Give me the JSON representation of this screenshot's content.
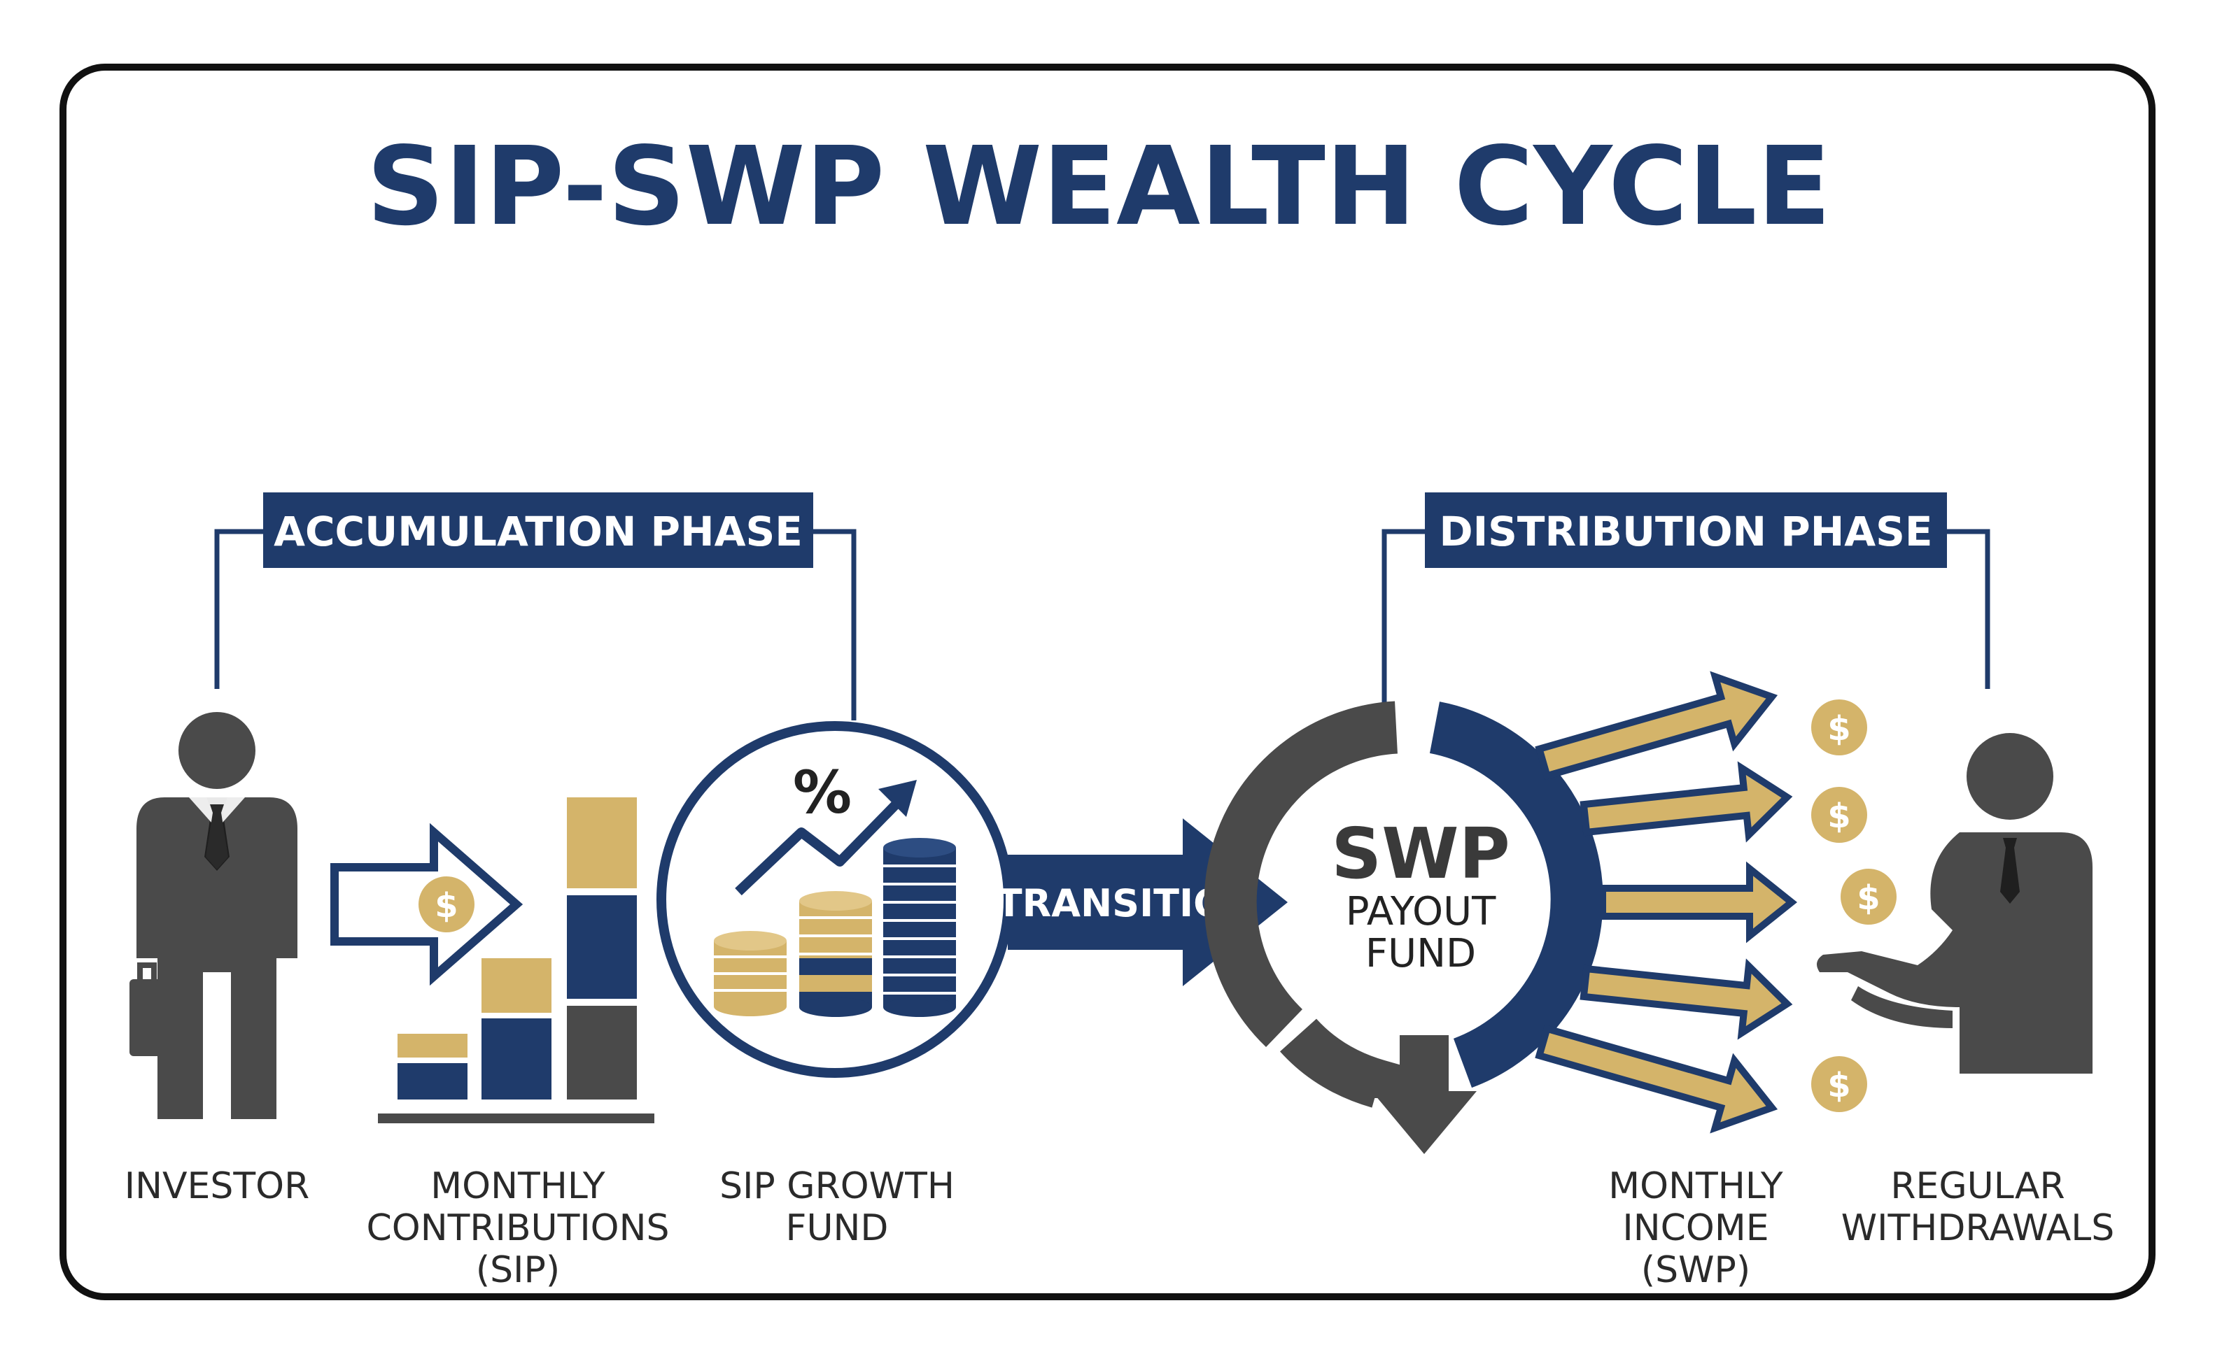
{
  "title": "SIP-SWP WEALTH CYCLE",
  "phases": {
    "accumulation": "ACCUMULATION PHASE",
    "distribution": "DISTRIBUTION PHASE"
  },
  "transition": "TRANSITION",
  "swp_fund": {
    "big": "SWP",
    "line1": "PAYOUT",
    "line2": "FUND"
  },
  "percent_symbol": "%",
  "coin_symbol": "$",
  "labels": {
    "investor": [
      "INVESTOR"
    ],
    "contributions": [
      "MONTHLY",
      "CONTRIBUTIONS",
      "(SIP)"
    ],
    "growth_fund": [
      "SIP GROWTH",
      "FUND"
    ],
    "income": [
      "MONTHLY",
      "INCOME",
      "(SWP)"
    ],
    "withdrawals": [
      "REGULAR",
      "WITHDRAWALS"
    ]
  },
  "colors": {
    "navy": "#1f3b6b",
    "gold": "#d4b46a",
    "gray": "#4a4a4a",
    "frame": "#111111"
  }
}
